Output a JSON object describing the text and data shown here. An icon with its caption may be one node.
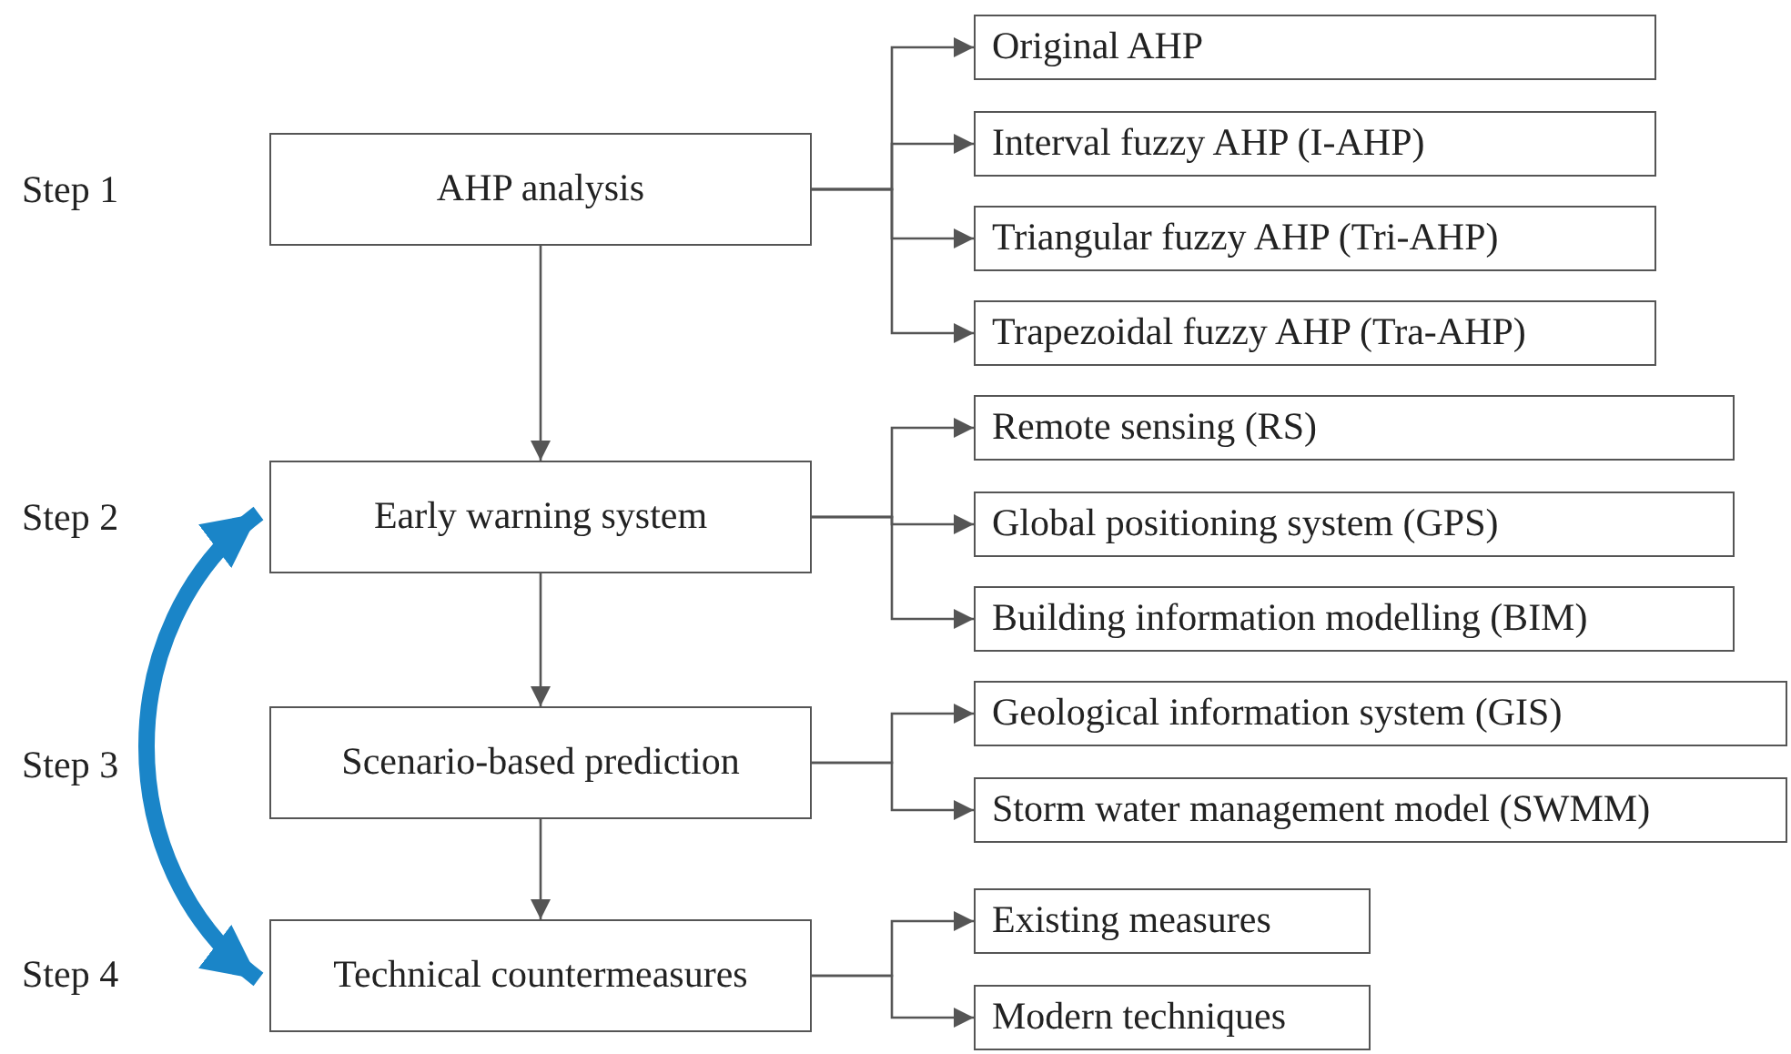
{
  "diagram": {
    "nodes": [
      {
        "text": [
          "AHP analysis"
        ]
      },
      {
        "text": [
          "Original AHP"
        ]
      },
      {
        "text": [
          "Interval fuzzy AHP (I-AHP)"
        ]
      },
      {
        "text": [
          "Triangular fuzzy AHP (Tri-AHP)"
        ]
      },
      {
        "text": [
          "Trapezoidal fuzzy AHP (Tra-AHP)"
        ]
      },
      {
        "text": [
          "Early warning system"
        ]
      },
      {
        "text": [
          "Remote sensing (RS)"
        ]
      },
      {
        "text": [
          "Global positioning system (GPS)"
        ]
      },
      {
        "text": [
          "Building information modelling (BIM)"
        ]
      },
      {
        "text": [
          "Scenario-based prediction"
        ]
      },
      {
        "text": [
          "Geological information system (GIS)"
        ]
      },
      {
        "text": [
          "Storm water management model (SWMM)"
        ]
      },
      {
        "text": [
          "Technical countermeasures"
        ]
      },
      {
        "text": [
          "Existing measures"
        ]
      },
      {
        "text": [
          "Modern techniques"
        ]
      }
    ],
    "edges": [
      {
        "from": 0,
        "to": 1,
        "arrow": "to"
      },
      {
        "from": 0,
        "to": 2,
        "arrow": "to"
      },
      {
        "from": 0,
        "to": 3,
        "arrow": "to"
      },
      {
        "from": 0,
        "to": 4,
        "arrow": "to"
      },
      {
        "from": 0,
        "to": 5,
        "arrow": "to"
      },
      {
        "from": 5,
        "to": 6,
        "arrow": "to"
      },
      {
        "from": 5,
        "to": 7,
        "arrow": "to"
      },
      {
        "from": 5,
        "to": 8,
        "arrow": "to"
      },
      {
        "from": 5,
        "to": 9,
        "arrow": "to"
      },
      {
        "from": 9,
        "to": 10,
        "arrow": "to"
      },
      {
        "from": 9,
        "to": 11,
        "arrow": "to"
      },
      {
        "from": 9,
        "to": 12,
        "arrow": "to"
      },
      {
        "from": 12,
        "to": 13,
        "arrow": "to"
      },
      {
        "from": 12,
        "to": 14,
        "arrow": "to"
      },
      {
        "from": 5,
        "to": 12,
        "arrow": "both",
        "style": "thick",
        "color": "#1a85c8"
      }
    ],
    "labels": [
      "Step 1",
      "Step 2",
      "Step 3",
      "Step 4"
    ]
  }
}
